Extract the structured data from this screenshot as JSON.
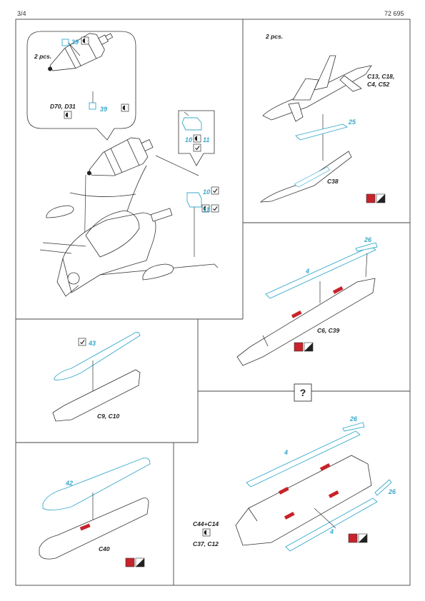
{
  "header": {
    "page": "3/4",
    "code": "72 695"
  },
  "panels": {
    "p1": {
      "qty": "2 pcs.",
      "parts": "D70, D31",
      "pe1": "39",
      "pe2": "39",
      "pe3": "10",
      "pe4": "11",
      "pe5": "10",
      "pe6": "11"
    },
    "p2": {
      "qty": "2 pcs.",
      "parts_a": "C13, C18,",
      "parts_b": "C4, C52",
      "pe": "25",
      "part": "C38"
    },
    "p3": {
      "pe1": "26",
      "pe2": "4",
      "part": "C6, C39"
    },
    "p4": {
      "pe": "43",
      "part": "C9, C10"
    },
    "p5": {
      "badge": "?",
      "pe1": "26",
      "pe2": "4",
      "pe3": "26",
      "pe4": "4",
      "part_a": "C44+C14",
      "part_b": "C37, C12"
    },
    "p6": {
      "pe": "42",
      "part": "C40"
    }
  },
  "colors": {
    "photo_etch": "#35a8cc",
    "paint_red": "#c8222a"
  }
}
